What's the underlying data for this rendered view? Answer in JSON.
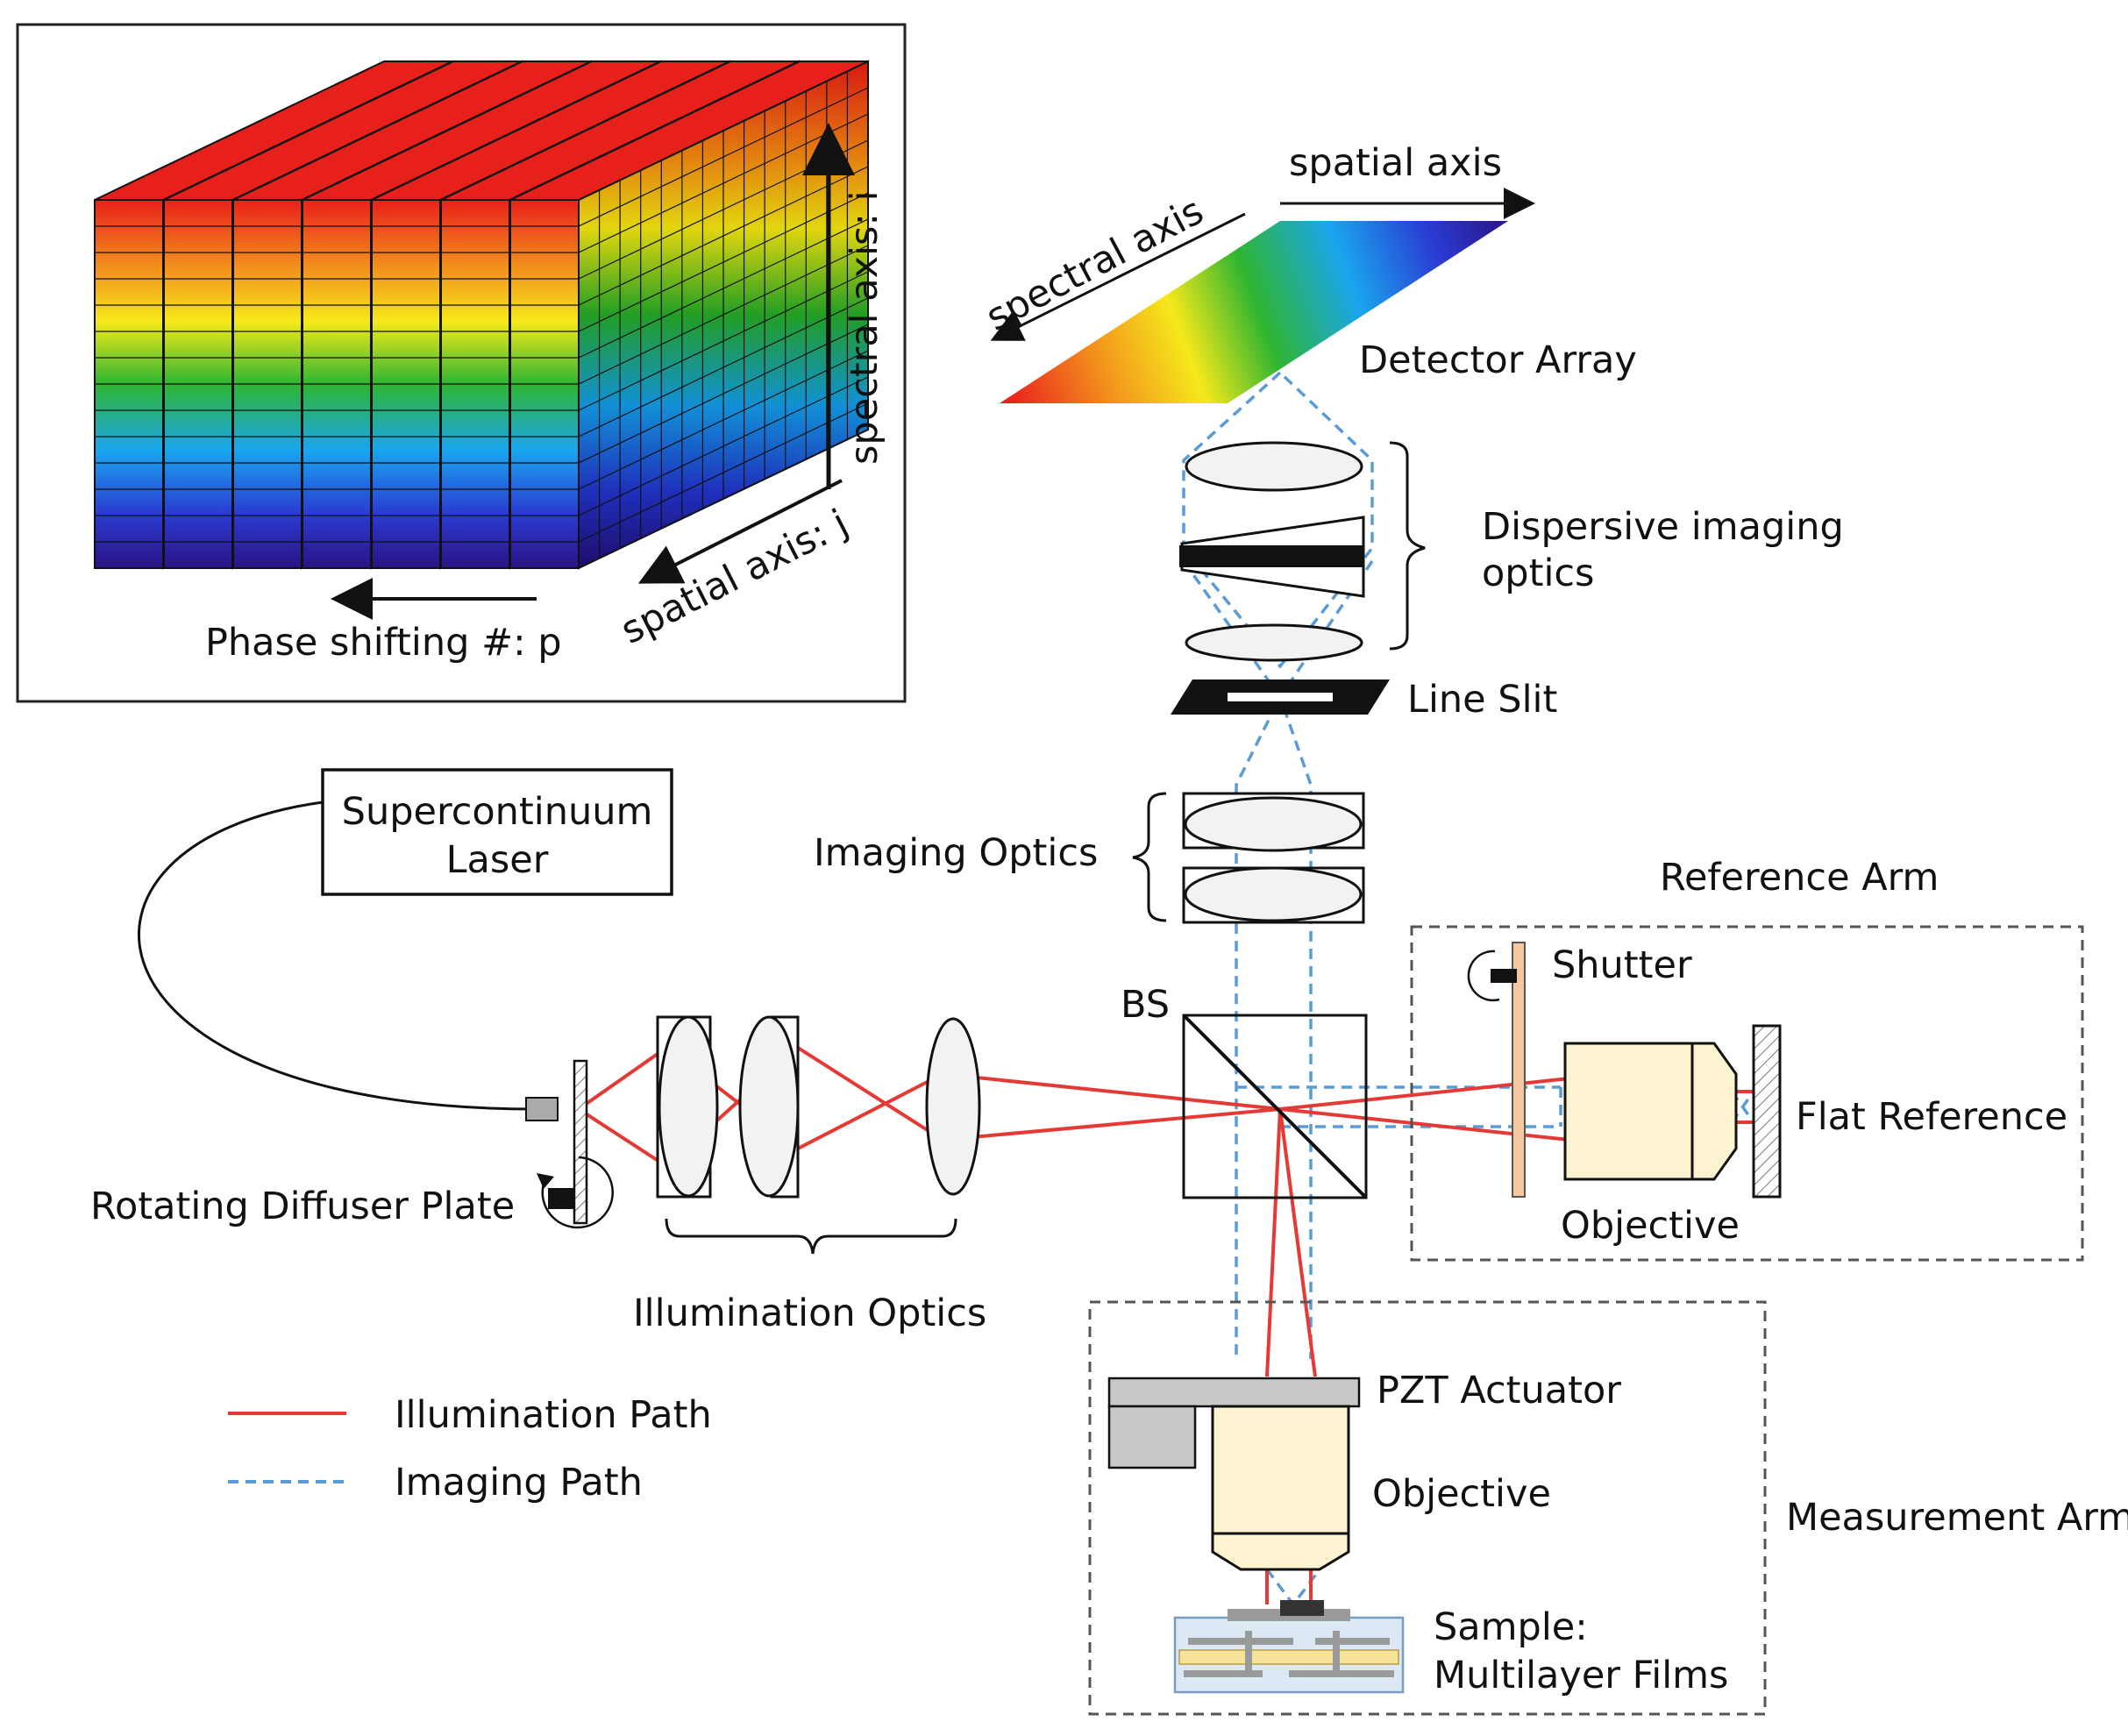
{
  "inset": {
    "axis_spectral_i": "spectral axis: i",
    "axis_spatial_j": "spatial axis: j",
    "axis_phase_p": "Phase shifting #: p"
  },
  "detector": {
    "axis_spatial": "spatial axis",
    "axis_spectral": "spectral axis",
    "label": "Detector Array"
  },
  "components": {
    "dispersive_line1": "Dispersive imaging",
    "dispersive_line2": "optics",
    "line_slit": "Line Slit",
    "imaging_optics": "Imaging Optics",
    "laser_line1": "Supercontinuum",
    "laser_line2": "Laser",
    "diffuser": "Rotating Diffuser Plate",
    "illumination_optics": "Illumination Optics",
    "beam_splitter": "BS",
    "reference_arm": "Reference Arm",
    "shutter": "Shutter",
    "flat_reference": "Flat Reference",
    "ref_objective": "Objective",
    "pzt": "PZT Actuator",
    "meas_objective": "Objective",
    "measurement_arm": "Measurement Arm",
    "sample_line1": "Sample:",
    "sample_line2": "Multilayer Films"
  },
  "legend": {
    "illumination": "Illumination Path",
    "imaging": "Imaging Path"
  },
  "colors": {
    "illumination_path": "#e53935",
    "imaging_path": "#5b9bd5",
    "objective_fill": "#fdf3d0",
    "shutter_fill": "#f4c7a1"
  }
}
